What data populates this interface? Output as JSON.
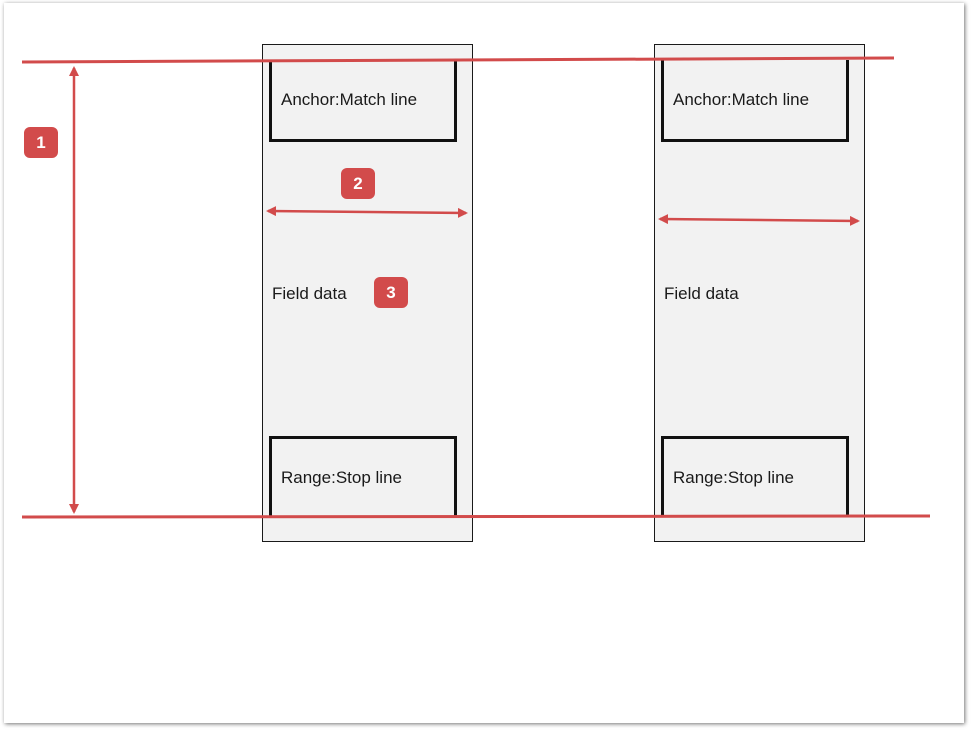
{
  "diagram": {
    "columns": [
      {
        "anchor_label": "Anchor:Match line",
        "field_label": "Field data",
        "range_label": "Range:Stop line"
      },
      {
        "anchor_label": "Anchor:Match line",
        "field_label": "Field data",
        "range_label": "Range:Stop line"
      }
    ],
    "badges": [
      "1",
      "2",
      "3"
    ],
    "colors": {
      "annotation": "#d24b4b",
      "column_fill": "#f2f2f2",
      "box_border": "#111111"
    }
  }
}
